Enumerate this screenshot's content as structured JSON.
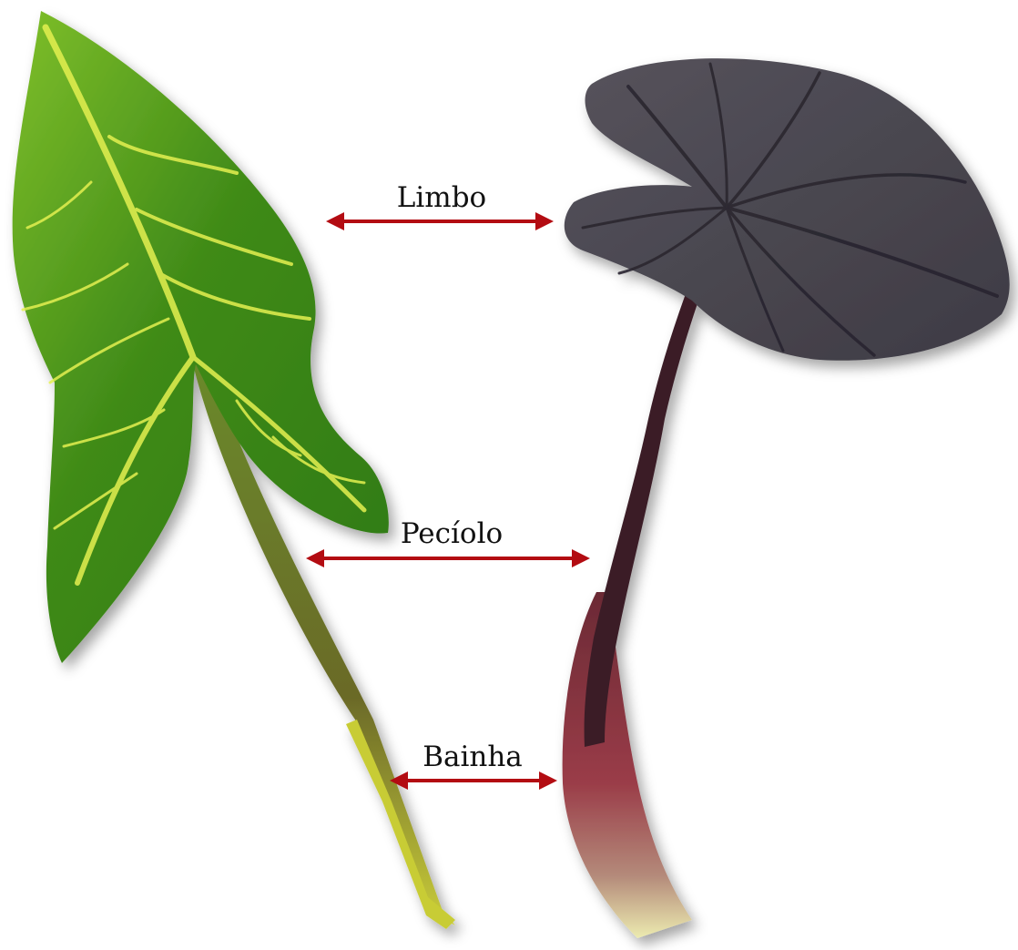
{
  "labels": {
    "blade": "Limbo",
    "petiole": "Pecíolo",
    "sheath": "Bainha"
  },
  "colors": {
    "arrow": "#b30c12",
    "green_leaf": "#3f8a18",
    "green_vein": "#e4f050",
    "purple_leaf": "#4a4750",
    "purple_vein": "#2a2630",
    "purple_stem": "#3a1e28",
    "sheath_red": "#8a2d3a",
    "sheath_base": "#e8e59a"
  }
}
